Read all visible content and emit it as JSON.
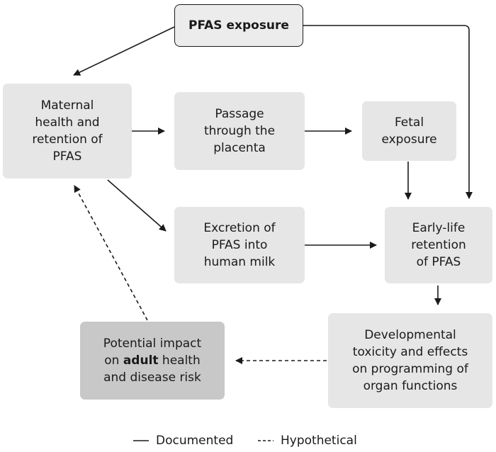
{
  "nodes": {
    "exposure": {
      "line1": "PFAS exposure"
    },
    "maternal": {
      "line1": "Maternal",
      "line2": "health and",
      "line3": "retention of",
      "line4": "PFAS"
    },
    "placenta": {
      "line1": "Passage",
      "line2": "through the",
      "line3": "placenta"
    },
    "fetal": {
      "line1": "Fetal",
      "line2": "exposure"
    },
    "milk": {
      "line1": "Excretion of",
      "line2": "PFAS into",
      "line3": "human milk"
    },
    "earlylife": {
      "line1": "Early-life",
      "line2": "retention",
      "line3": "of PFAS"
    },
    "developmental": {
      "line1": "Developmental",
      "line2": "toxicity and effects",
      "line3": "on programming of",
      "line4": "organ functions"
    },
    "adult": {
      "line1": "Potential impact",
      "line2_prefix": "on ",
      "line2_bold": "adult",
      "line2_suffix": " health",
      "line3": "and disease risk"
    }
  },
  "legend": {
    "documented": "Documented",
    "hypothetical": "Hypothetical"
  },
  "colors": {
    "box_fill": "#e6e6e6",
    "highlight_box_fill": "#c8c8c8",
    "arrow": "#1a1a1a"
  }
}
